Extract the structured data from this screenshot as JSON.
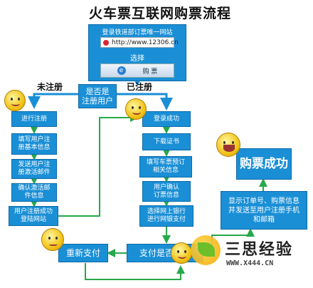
{
  "title": "火车票互联网购票流程",
  "site_panel": {
    "header": "登录铁道部订票唯一网站",
    "url": "http://www.12306.cn",
    "choose": "选择",
    "tab_text": "购    票"
  },
  "decision": {
    "registered": "是否是\n注册用户"
  },
  "labels": {
    "unregistered": "未注册",
    "registered": "已注册"
  },
  "left_column": [
    "进行注册",
    "填写用户注\n册基本信息",
    "发送用户注\n册激活邮件",
    "确认激活邮\n件信息",
    "用户注册成功\n登陆网站"
  ],
  "middle_column": [
    "登录成功",
    "下载证书",
    "填写车票预订\n相关信息",
    "用户确认\n订票信息",
    "选择网上银行\n进行网银支付"
  ],
  "pay_success_check": "支付是否成功",
  "repay": "重新支付",
  "success": "购票成功",
  "result_info": "显示订单号、购票信息\n并发送至用户注册手机\n和邮箱",
  "watermark": {
    "brand": "三思经验",
    "url": "WWW.X444.CN"
  },
  "colors": {
    "box": "#1a8fd6",
    "line": "#27a84a"
  }
}
